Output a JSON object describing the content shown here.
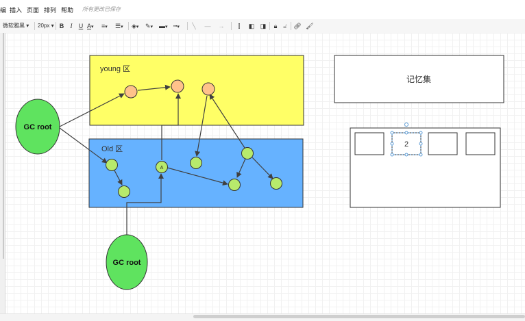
{
  "menu": {
    "items": [
      "编",
      "插入",
      "页面",
      "排列",
      "帮助"
    ],
    "hint": "所有更改已保存"
  },
  "toolbar": {
    "font_family": "微软雅黑",
    "font_size": "20px",
    "bold": "B",
    "italic": "I",
    "underline": "U",
    "font_color": "A"
  },
  "diagram": {
    "young_label": "young 区",
    "old_label": "Old 区",
    "gc_root_label": "GC root",
    "node_a_label": "A",
    "remembered_set_label": "记忆集",
    "cell_value": "2"
  },
  "colors": {
    "young_fill": "#ffff66",
    "old_fill": "#66b2ff",
    "gc_root_fill": "#5fe35f",
    "young_node_fill": "#ffc28a",
    "old_node_fill": "#b7ea6c",
    "line": "#404040",
    "selection": "#5b9bd5"
  }
}
